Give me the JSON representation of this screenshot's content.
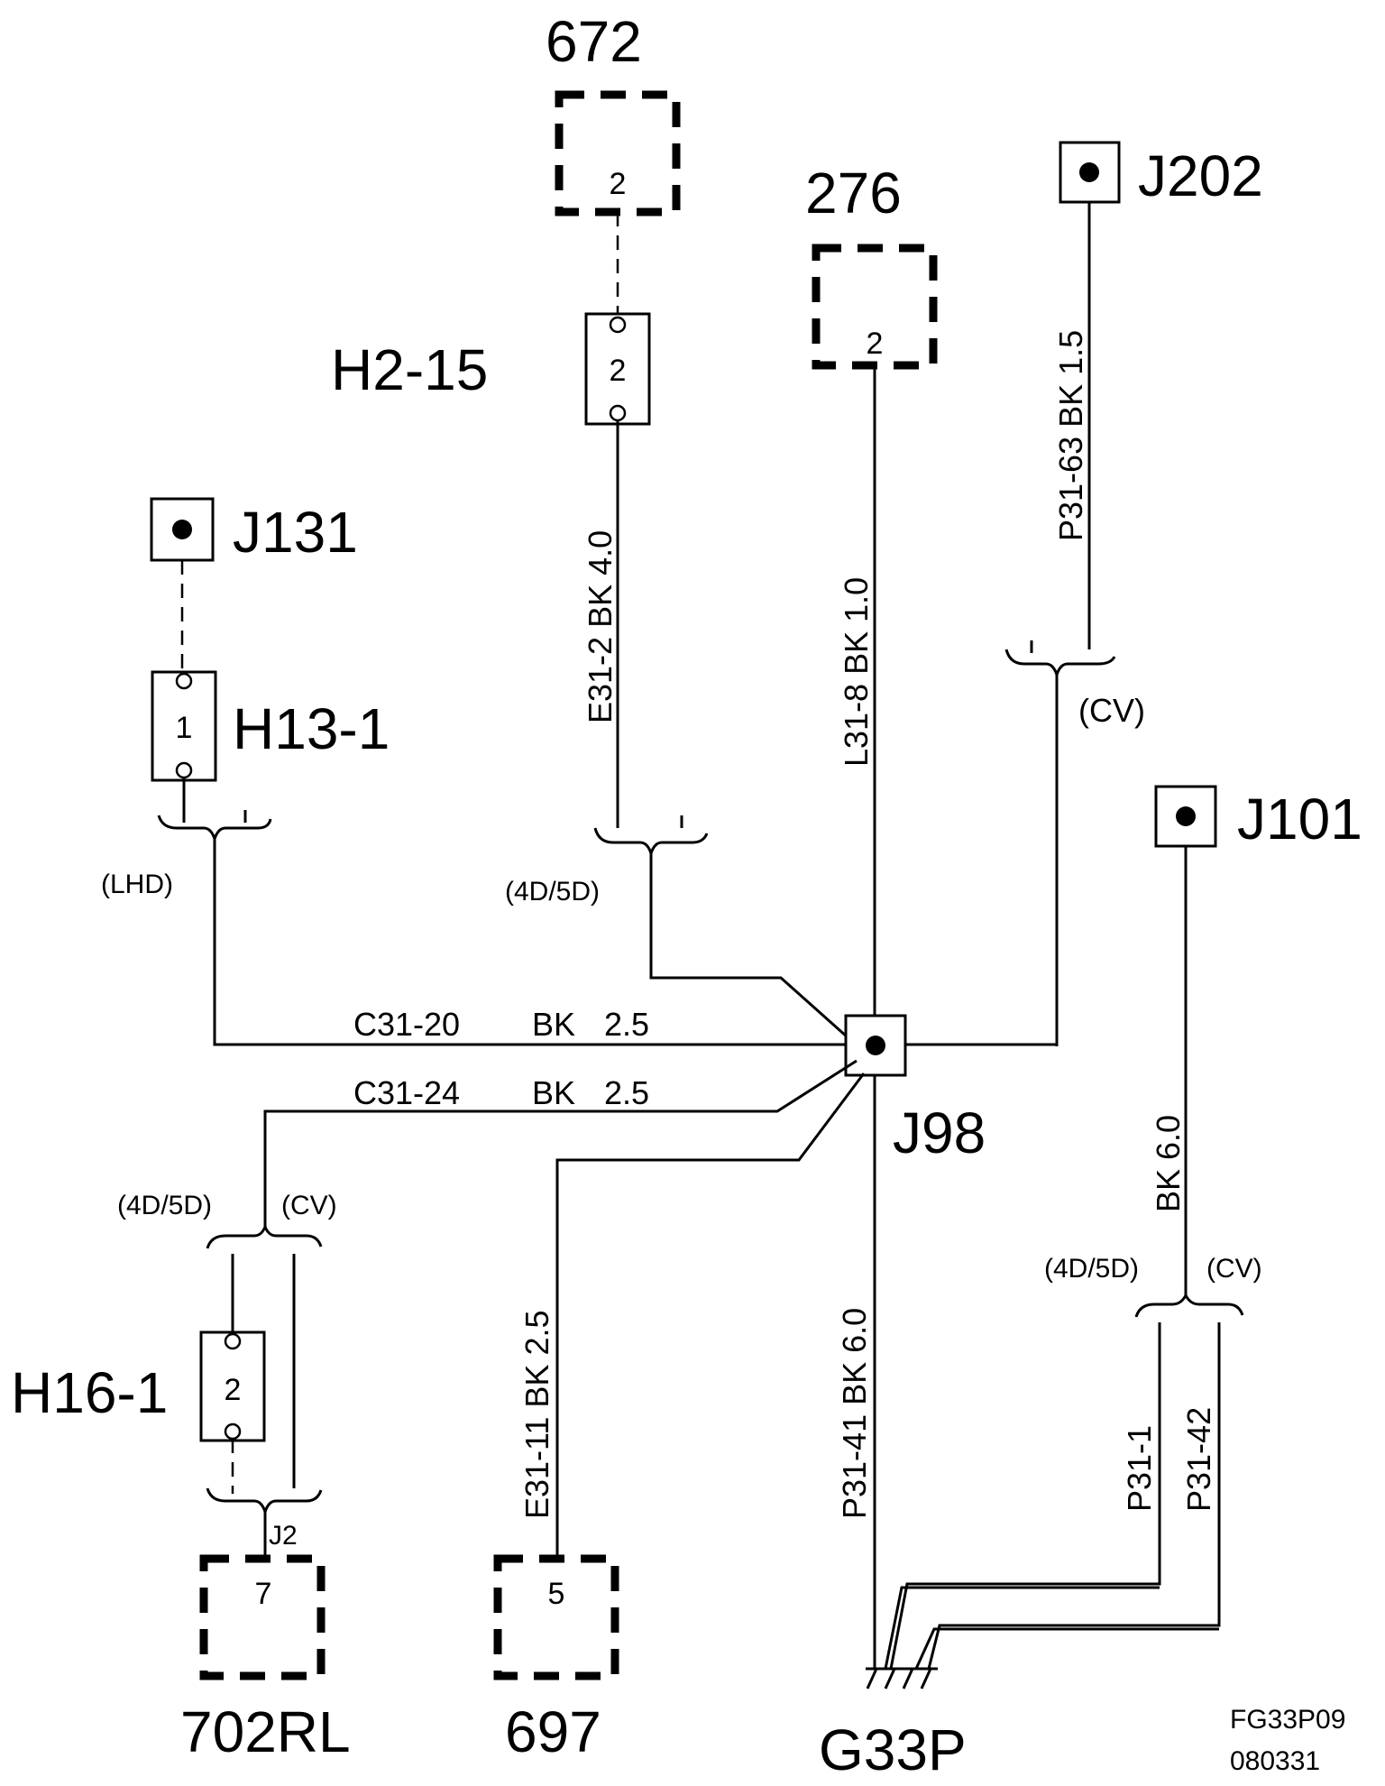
{
  "components": {
    "c672": {
      "label": "672",
      "pin": "2"
    },
    "c276": {
      "label": "276",
      "pin": "2"
    },
    "c702rl": {
      "label": "702RL",
      "pin": "7",
      "sub": "J2"
    },
    "c697": {
      "label": "697",
      "pin": "5"
    }
  },
  "connectors": {
    "h2_15": {
      "label": "H2-15",
      "pin": "2"
    },
    "h13_1": {
      "label": "H13-1",
      "pin": "1"
    },
    "h16_1": {
      "label": "H16-1",
      "pin": "2"
    }
  },
  "splices": {
    "j131": "J131",
    "j202": "J202",
    "j101": "J101",
    "j98": "J98"
  },
  "ground": {
    "label": "G33P"
  },
  "wires": {
    "e31_2": "E31-2  BK  4.0",
    "l31_8": "L31-8  BK    1.0",
    "p31_63": "P31-63  BK  1.5",
    "c31_20": {
      "id": "C31-20",
      "color": "BK",
      "size": "2.5"
    },
    "c31_24": {
      "id": "C31-24",
      "color": "BK",
      "size": "2.5"
    },
    "e31_11": "E31-11    BK  2.5",
    "p31_41": "P31-41    BK  6.0",
    "j101_bk": "BK  6.0",
    "p31_1": "P31-1",
    "p31_42": "P31-42"
  },
  "variants": {
    "lhd": "(LHD)",
    "v4d5d_a": "(4D/5D)",
    "cv_a": "(CV)",
    "v4d5d_b": "(4D/5D)",
    "cv_b": "(CV)",
    "v4d5d_c": "(4D/5D)",
    "cv_c": "(CV)"
  },
  "footer": {
    "fig": "FG33P09",
    "date": "080331"
  }
}
